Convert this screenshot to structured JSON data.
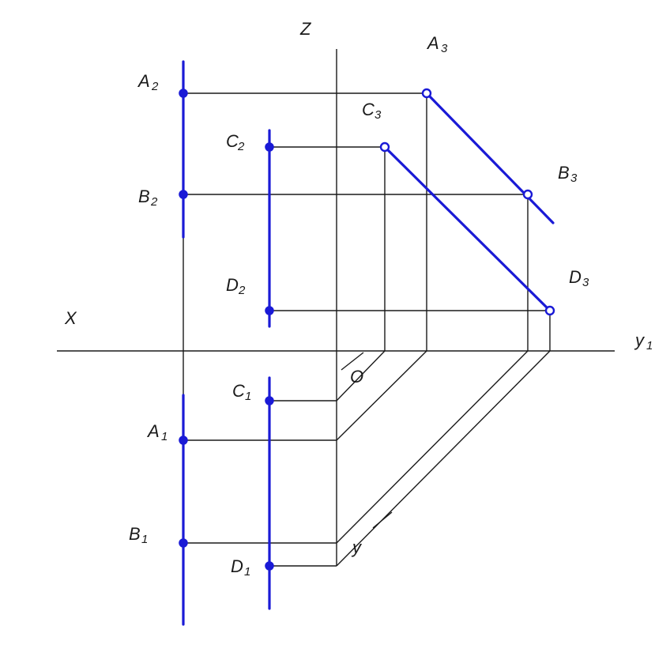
{
  "labels": {
    "z": "Z",
    "x": "X",
    "y1": "y",
    "y1_sub": "1",
    "y": "y",
    "origin": "O",
    "A2": "A",
    "A2_sub": "2",
    "B2": "B",
    "B2_sub": "2",
    "C2": "C",
    "C2_sub": "2",
    "D2": "D",
    "D2_sub": "2",
    "A1": "A",
    "A1_sub": "1",
    "B1": "B",
    "B1_sub": "1",
    "C1": "C",
    "C1_sub": "1",
    "D1": "D",
    "D1_sub": "1",
    "A3": "A",
    "A3_sub": "3",
    "B3": "B",
    "B3_sub": "3",
    "C3": "C",
    "C3_sub": "3",
    "D3": "D",
    "D3_sub": "3"
  },
  "colors": {
    "construction": "#1a1a1a",
    "segments": "#1a1ad6"
  }
}
